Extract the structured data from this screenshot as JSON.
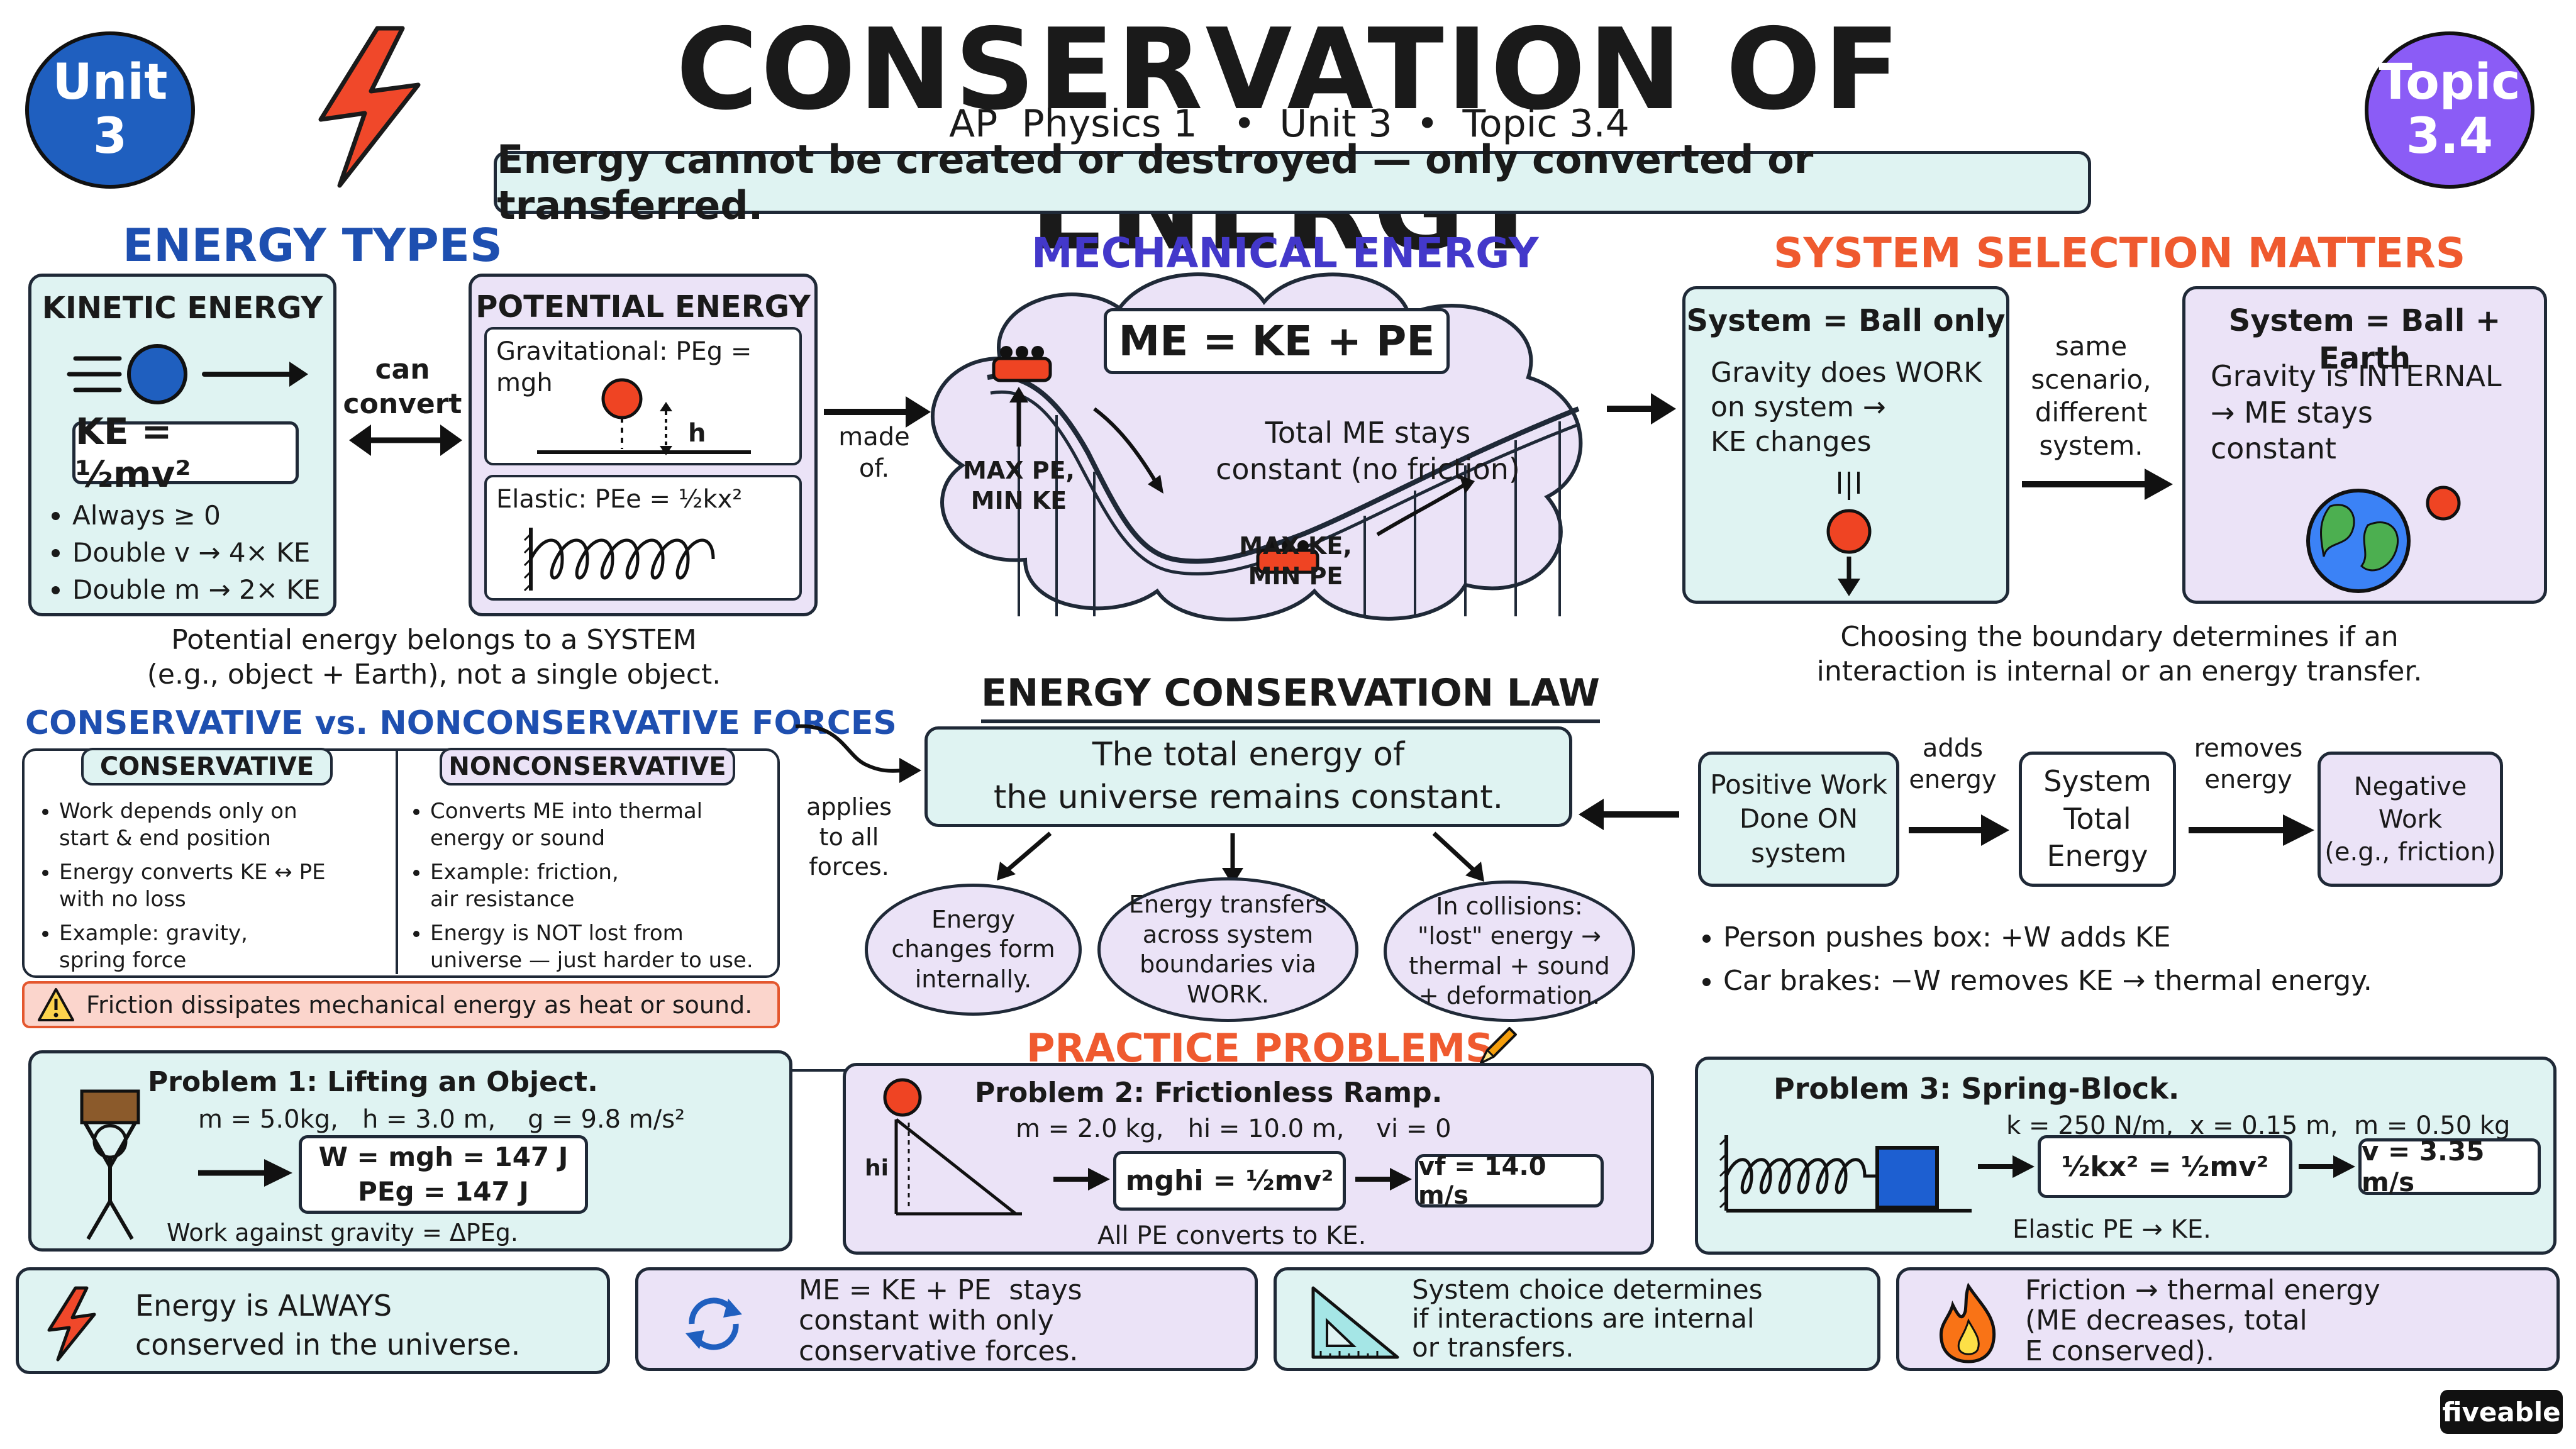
{
  "header": {
    "unit_badge": "Unit\n3",
    "topic_badge": "Topic\n3.4",
    "title": "CONSERVATION OF ENERGY",
    "subtitle": "AP  Physics 1   •  Unit 3  •  Topic 3.4",
    "banner": "Energy cannot be created or destroyed — only converted or transferred."
  },
  "energy_types": {
    "heading": "ENERGY TYPES",
    "kinetic": {
      "title": "KINETIC ENERGY",
      "formula": "KE = ½mv²",
      "bullets": [
        "Always ≥ 0",
        "Double v → 4× KE",
        "Double m → 2× KE"
      ]
    },
    "connector": "can\nconvert",
    "potential": {
      "title": "POTENTIAL ENERGY",
      "grav_label": "Gravitational:  PEg = mgh",
      "h_label": "h",
      "elastic_label": "Elastic:   PEe = ½kx²"
    },
    "note": "Potential energy belongs to a SYSTEM\n(e.g., object + Earth), not a single object."
  },
  "mechanical": {
    "heading": "MECHANICAL ENERGY",
    "made_of": "made\nof.",
    "formula": "ME = KE + PE",
    "top_label": "MAX PE,\nMIN KE",
    "bottom_label": "MAX KE,\nMIN PE",
    "note": "Total ME stays\nconstant (no friction)"
  },
  "system": {
    "heading": "SYSTEM SELECTION MATTERS",
    "left_title": "System = Ball only",
    "left_body": "Gravity does WORK\non system →\nKE changes",
    "middle": "same\nscenario,\ndifferent\nsystem.",
    "right_title": "System = Ball + Earth",
    "right_body": "Gravity is INTERNAL\n→ ME stays\nconstant",
    "note": "Choosing the boundary determines if an\ninteraction is internal or an energy transfer."
  },
  "forces": {
    "heading": "CONSERVATIVE vs. NONCONSERVATIVE FORCES",
    "cons_title": "CONSERVATIVE",
    "cons_bullets": [
      "Work depends only on\nstart & end position",
      "Energy converts KE ↔ PE\nwith no loss",
      "Example: gravity,\nspring force"
    ],
    "noncons_title": "NONCONSERVATIVE",
    "noncons_bullets": [
      "Converts ME into thermal\nenergy or sound",
      "Example: friction,\nair resistance",
      "Energy is NOT lost from\nuniverse — just harder to use."
    ],
    "warning": "Friction dissipates mechanical energy as heat or sound."
  },
  "law": {
    "heading": "ENERGY CONSERVATION LAW",
    "applies": "applies\nto all\nforces.",
    "statement": "The total energy of\nthe universe remains constant.",
    "ovals": [
      "Energy\nchanges form\ninternally.",
      "Energy transfers\nacross system\nboundaries via\nWORK.",
      "In collisions:\n\"lost\" energy →\nthermal + sound\n+ deformation."
    ]
  },
  "work": {
    "positive": "Positive Work\nDone ON\nsystem",
    "adds": "adds\nenergy",
    "total": "System\nTotal\nEnergy",
    "removes": "removes\nenergy",
    "negative": "Negative\nWork\n(e.g., friction)",
    "bullets": [
      "Person pushes box: +W adds KE",
      "Car brakes: −W removes KE → thermal energy."
    ]
  },
  "practice": {
    "heading": "PRACTICE PROBLEMS",
    "p1": {
      "title": "Problem  1: Lifting an Object.",
      "given": "m = 5.0kg,   h = 3.0 m,    g = 9.8 m/s²",
      "result": "W = mgh = 147 J\nPEg = 147 J",
      "note": "Work against gravity = ΔPEg."
    },
    "p2": {
      "title": "Problem 2: Frictionless Ramp.",
      "given": "m = 2.0 kg,   hi = 10.0 m,    vi = 0",
      "hi_label": "hi",
      "eq": "mghi = ½mv²",
      "result": "vf = 14.0 m/s",
      "note": "All PE converts to KE."
    },
    "p3": {
      "title": "Problem 3: Spring-Block.",
      "given": "k = 250 N/m,  x = 0.15 m,  m = 0.50 kg",
      "eq": "½kx² = ½mv²",
      "result": "v = 3.35 m/s",
      "note": "Elastic PE → KE."
    }
  },
  "summary": [
    "Energy is ALWAYS\nconserved in the universe.",
    "ME = KE + PE  stays\nconstant with only\nconservative forces.",
    "System choice determines\nif interactions are internal\nor transfers.",
    "Friction → thermal energy\n(ME decreases, total\nE conserved)."
  ],
  "brand": "fiveable",
  "colors": {
    "teal_fill": "#dff3f2",
    "lavender_fill": "#ebe3f7",
    "unit_badge": "#1f5fbf",
    "topic_badge": "#8b5cf6",
    "accent_orange": "#ef5a2f",
    "ball_red": "#ef4423"
  }
}
